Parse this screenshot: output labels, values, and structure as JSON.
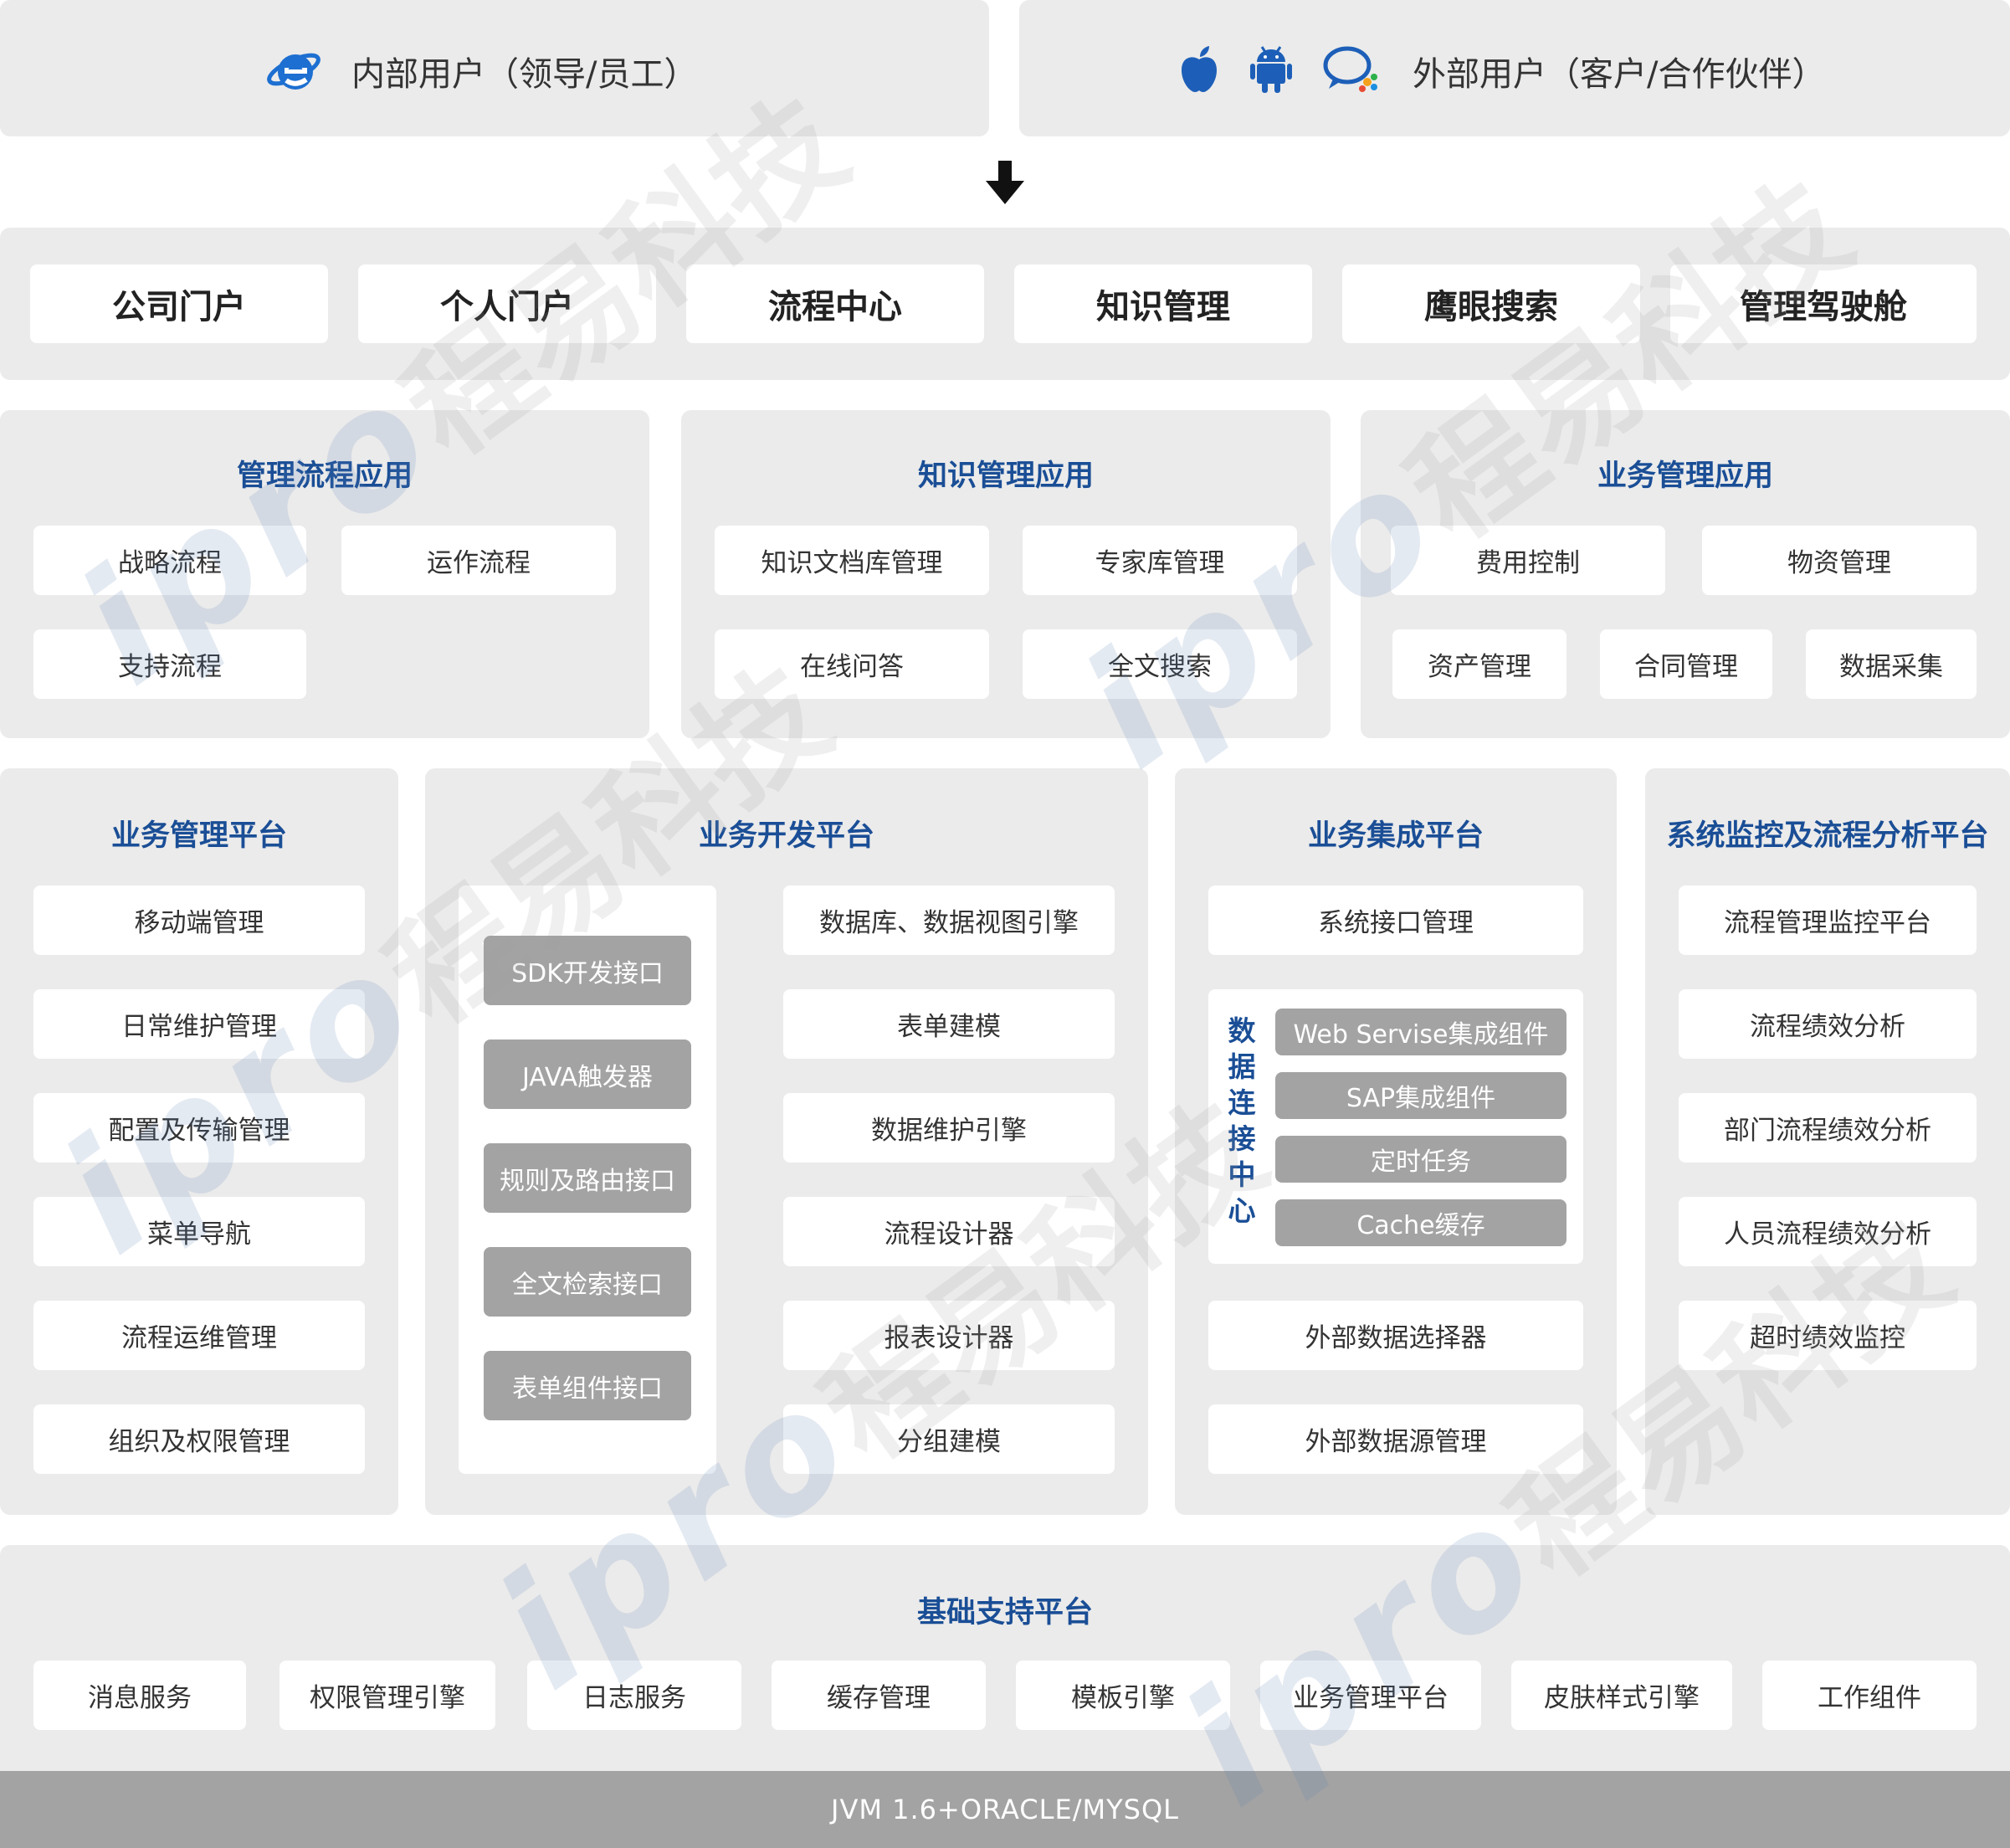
{
  "users": {
    "internal": "内部用户（领导/员工）",
    "external": "外部用户（客户/合作伙伴）"
  },
  "portals": [
    "公司门户",
    "个人门户",
    "流程中心",
    "知识管理",
    "鹰眼搜索",
    "管理驾驶舱"
  ],
  "apps": {
    "mgmt_flow": {
      "title": "管理流程应用",
      "items": [
        "战略流程",
        "运作流程",
        "支持流程"
      ]
    },
    "knowledge": {
      "title": "知识管理应用",
      "items": [
        "知识文档库管理",
        "专家库管理",
        "在线问答",
        "全文搜索"
      ]
    },
    "business": {
      "title": "业务管理应用",
      "items": [
        "费用控制",
        "物资管理",
        "资产管理",
        "合同管理",
        "数据采集"
      ]
    }
  },
  "platforms": {
    "biz_mgmt": {
      "title": "业务管理平台",
      "items": [
        "移动端管理",
        "日常维护管理",
        "配置及传输管理",
        "菜单导航",
        "流程运维管理",
        "组织及权限管理"
      ]
    },
    "biz_dev": {
      "title": "业务开发平台",
      "interfaces": [
        "SDK开发接口",
        "JAVA触发器",
        "规则及路由接口",
        "全文检索接口",
        "表单组件接口"
      ],
      "items": [
        "数据库、数据视图引擎",
        "表单建模",
        "数据维护引擎",
        "流程设计器",
        "报表设计器",
        "分组建模"
      ]
    },
    "biz_integ": {
      "title": "业务集成平台",
      "top": "系统接口管理",
      "center_label": "数据连接中心",
      "center_items": [
        "Web Servise集成组件",
        "SAP集成组件",
        "定时任务",
        "Cache缓存"
      ],
      "bottom": [
        "外部数据选择器",
        "外部数据源管理"
      ]
    },
    "monitor": {
      "title": "系统监控及流程分析平台",
      "items": [
        "流程管理监控平台",
        "流程绩效分析",
        "部门流程绩效分析",
        "人员流程绩效分析",
        "超时绩效监控"
      ]
    }
  },
  "base": {
    "title": "基础支持平台",
    "items": [
      "消息服务",
      "权限管理引擎",
      "日志服务",
      "缓存管理",
      "模板引擎",
      "业务管理平台",
      "皮肤样式引擎",
      "工作组件"
    ]
  },
  "footer": "JVM 1.6+ORACLE/MYSQL",
  "watermark": {
    "brand": "ipro",
    "cn": "程易科技"
  },
  "colors": {
    "panel": "#ebebeb",
    "title_blue": "#1a4e96",
    "gray_card": "#a3a3a3",
    "ie_blue": "#1d6fd1"
  },
  "icons": [
    "ie-icon",
    "apple-icon",
    "android-icon",
    "chat-icon",
    "down-arrow-icon"
  ]
}
